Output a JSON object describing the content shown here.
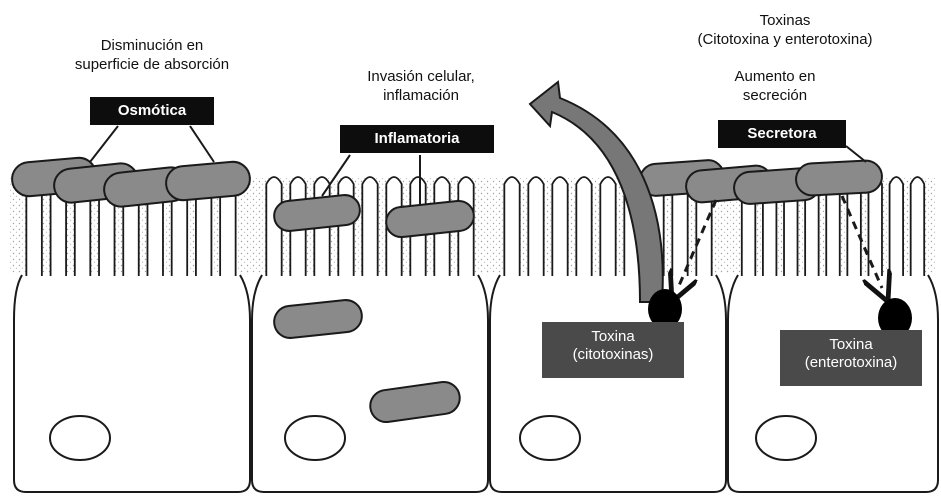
{
  "labels": {
    "osmotic_caption_line1": "Disminución en",
    "osmotic_caption_line2": "superficie de absorción",
    "osmotic_box": "Osmótica",
    "inflam_caption_line1": "Invasión celular,",
    "inflam_caption_line2": "inflamación",
    "inflam_box": "Inflamatoria",
    "toxins_line1": "Toxinas",
    "toxins_line2": "(Citotoxina y enterotoxina)",
    "secretory_caption_line1": "Aumento en",
    "secretory_caption_line2": "secreción",
    "secretory_box": "Secretora",
    "cytotoxin_line1": "Toxina",
    "cytotoxin_line2": "(citotoxinas)",
    "enterotoxin_line1": "Toxina",
    "enterotoxin_line2": "(enterotoxina)"
  },
  "colors": {
    "bacteria": "#8a8a8a",
    "outline": "#1a1a1a",
    "label_black": "#0d0d0d",
    "label_gray": "#4a4a4a",
    "toxin": "#000000"
  }
}
